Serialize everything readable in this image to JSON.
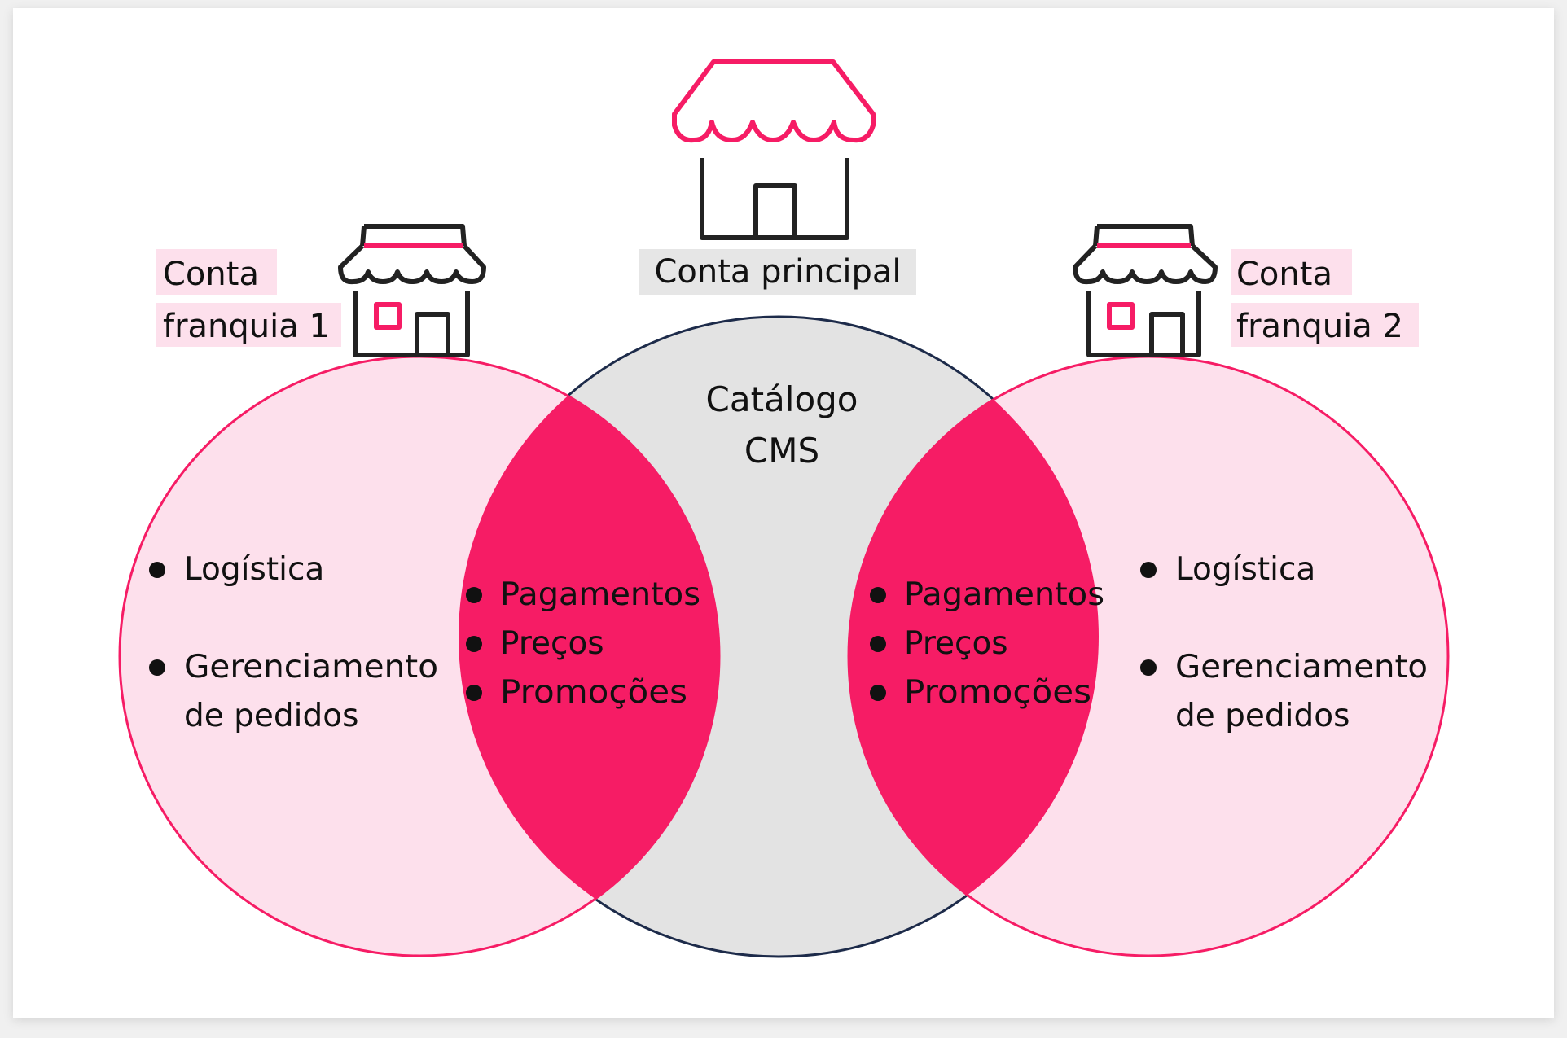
{
  "colors": {
    "background": "#f0f0f0",
    "card": "#ffffff",
    "accent": "#f61c65",
    "light_pink": "#fde0ec",
    "label_pink": "#fde0ec",
    "center_fill": "#e3e3e3",
    "center_stroke": "#1d2b4a",
    "label_gray": "#e6e6e6",
    "icon_dark": "#222222",
    "text": "#111111"
  },
  "header": {
    "main_label": "Conta principal",
    "left_label_line1": "Conta",
    "left_label_line2": "franquia 1",
    "right_label_line1": "Conta",
    "right_label_line2": "franquia 2"
  },
  "icons": {
    "main": "storefront-icon",
    "left": "storefront-icon",
    "right": "storefront-icon"
  },
  "center": {
    "line1": "Catálogo",
    "line2": "CMS"
  },
  "left_circle": {
    "items": [
      "Logística",
      "Gerenciamento",
      "de pedidos"
    ]
  },
  "right_circle": {
    "items": [
      "Logística",
      "Gerenciamento",
      "de pedidos"
    ]
  },
  "left_overlap": {
    "items": [
      "Pagamentos",
      "Preços",
      "Promoções"
    ]
  },
  "right_overlap": {
    "items": [
      "Pagamentos",
      "Preços",
      "Promoções"
    ]
  }
}
